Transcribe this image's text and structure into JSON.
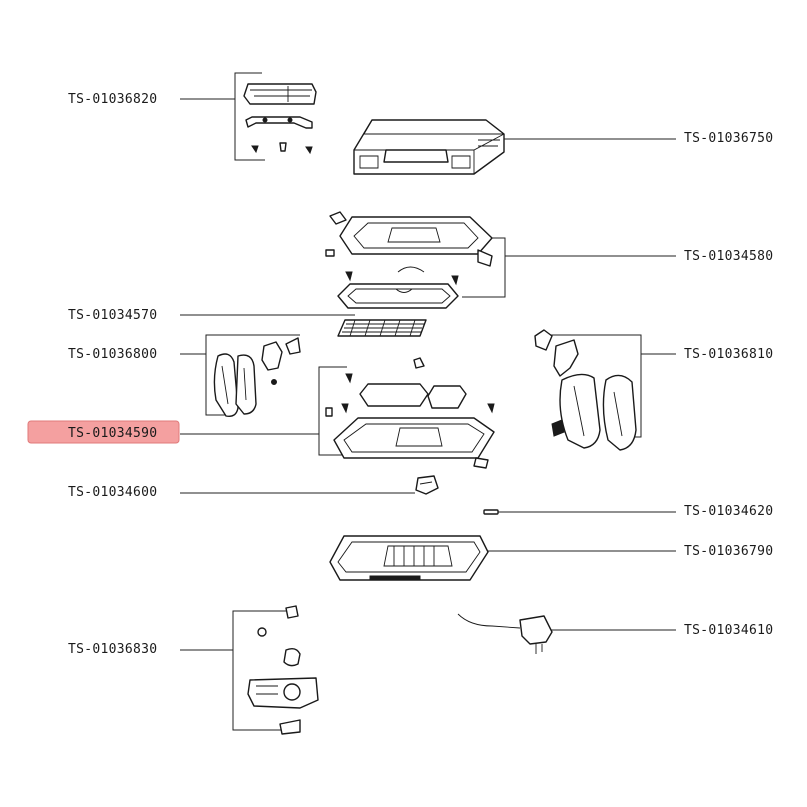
{
  "diagram": {
    "parts": [
      {
        "id": "p1",
        "code": "TS-01036820"
      },
      {
        "id": "p2",
        "code": "TS-01036750"
      },
      {
        "id": "p3",
        "code": "TS-01034580"
      },
      {
        "id": "p4",
        "code": "TS-01034570"
      },
      {
        "id": "p5",
        "code": "TS-01036800"
      },
      {
        "id": "p6",
        "code": "TS-01036810"
      },
      {
        "id": "p7",
        "code": "TS-01034590",
        "highlighted": true
      },
      {
        "id": "p8",
        "code": "TS-01034600"
      },
      {
        "id": "p9",
        "code": "TS-01034620"
      },
      {
        "id": "p10",
        "code": "TS-01036790"
      },
      {
        "id": "p11",
        "code": "TS-01034610"
      },
      {
        "id": "p12",
        "code": "TS-01036830"
      }
    ],
    "highlight_color": "#f4a0a0"
  }
}
